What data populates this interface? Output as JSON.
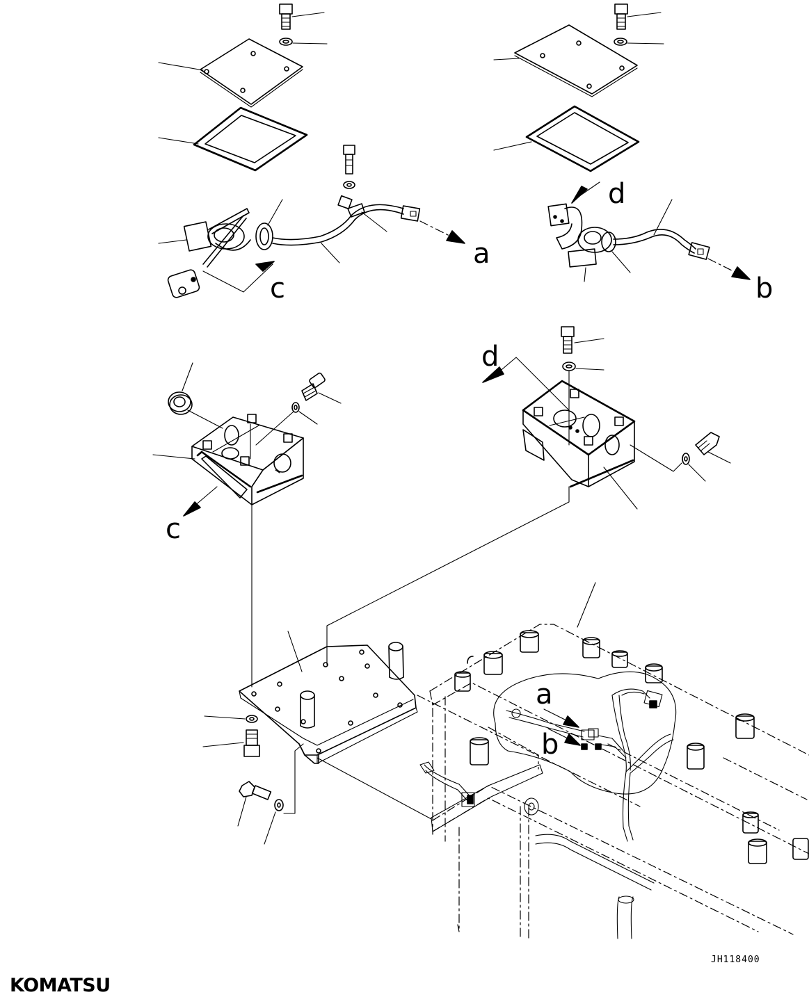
{
  "callouts": {
    "a_top": "a",
    "b_top": "b",
    "c_top": "c",
    "d_top": "d",
    "c_mid": "c",
    "d_mid": "d",
    "a_bottom": "a",
    "b_bottom": "b"
  },
  "drawing_code": "JH118400",
  "brand": "KOMATSU"
}
